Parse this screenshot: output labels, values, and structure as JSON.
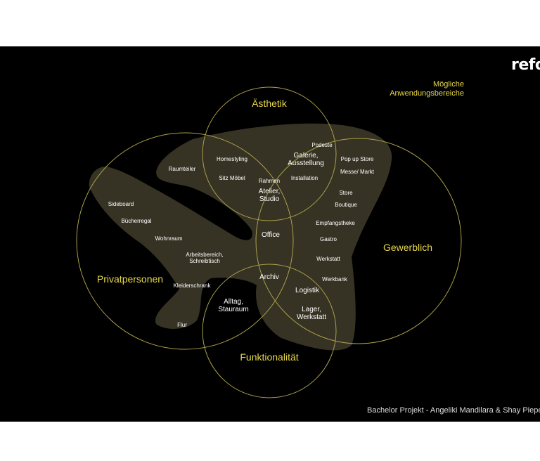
{
  "brand": "refo",
  "subtitle": [
    "Mögliche",
    "Anwendungsbereiche"
  ],
  "footer": "Bachelor Projekt - Angeliki Mandilara & Shay Pieper ©",
  "colors": {
    "background": "#000000",
    "accent": "#e8d84a",
    "circle_stroke": "#a9a04a",
    "blob_fill": "#3a3626"
  },
  "sets": {
    "aesthetik": "Ästhetik",
    "privatpersonen": "Privatpersonen",
    "gewerblich": "Gewerblich",
    "funktionalitaet": "Funktionalität"
  },
  "items": {
    "raumteiler": "Raumteiler",
    "homestyling": "Homestyling",
    "sitz_moebel": "Sitz Möbel",
    "rahmen": "Rahmen",
    "atelier_1": "Atelier,",
    "atelier_2": "Studio",
    "podeste": "Podeste",
    "galerie_1": "Galerie,",
    "galerie_2": "Ausstellung",
    "installation": "Installation",
    "popup": "Pop up Store",
    "messe": "Messe/ Markt",
    "store": "Store",
    "boutique": "Boutique",
    "empfang": "Empfangstheke",
    "gastro": "Gastro",
    "werkstatt": "Werkstatt",
    "werkbank": "Werkbank",
    "sideboard": "Sideboard",
    "buecherregal": "Bücherregal",
    "wohnraum": "Wohnraum",
    "arbeit_1": "Arbeitsbereich,",
    "arbeit_2": "Schreibtisch",
    "kleiderschrank": "Kleiderschrank",
    "flur": "Flur",
    "office": "Office",
    "archiv": "Archiv",
    "alltag_1": "Alltag,",
    "alltag_2": "Stauraum",
    "logistik": "Logistik",
    "lager_1": "Lager,",
    "lager_2": "Werkstatt"
  }
}
